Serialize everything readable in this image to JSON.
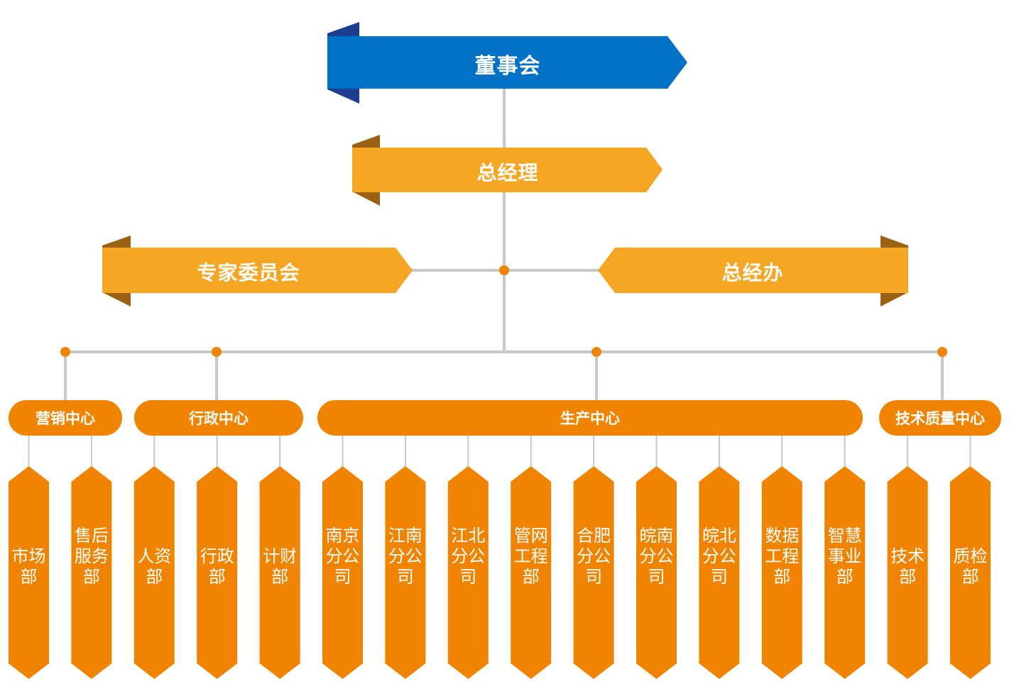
{
  "top": {
    "label": "董事会",
    "color": "#0071c5",
    "dark": "#1b3f8e"
  },
  "gm": {
    "label": "总经理",
    "color": "#f5a623",
    "dark": "#9a6210"
  },
  "side_left": {
    "label": "专家委员会"
  },
  "side_right": {
    "label": "总经办"
  },
  "centers": [
    {
      "label": "营销中心",
      "departments": [
        "市场部",
        "售后服务部"
      ]
    },
    {
      "label": "行政中心",
      "departments": [
        "人资部",
        "行政部",
        "计财部"
      ]
    },
    {
      "label": "生产中心",
      "departments": [
        "南京分公司",
        "江南分公司",
        "江北分公司",
        "管网工程部",
        "合肥分公司",
        "皖南分公司",
        "皖北分公司",
        "数据工程部",
        "智慧事业部"
      ]
    },
    {
      "label": "技术质量中心",
      "departments": [
        "技术部",
        "质检部"
      ]
    }
  ],
  "colors": {
    "orange": "#f08300",
    "connector": "#c8c8c8",
    "dot": "#f08300"
  }
}
